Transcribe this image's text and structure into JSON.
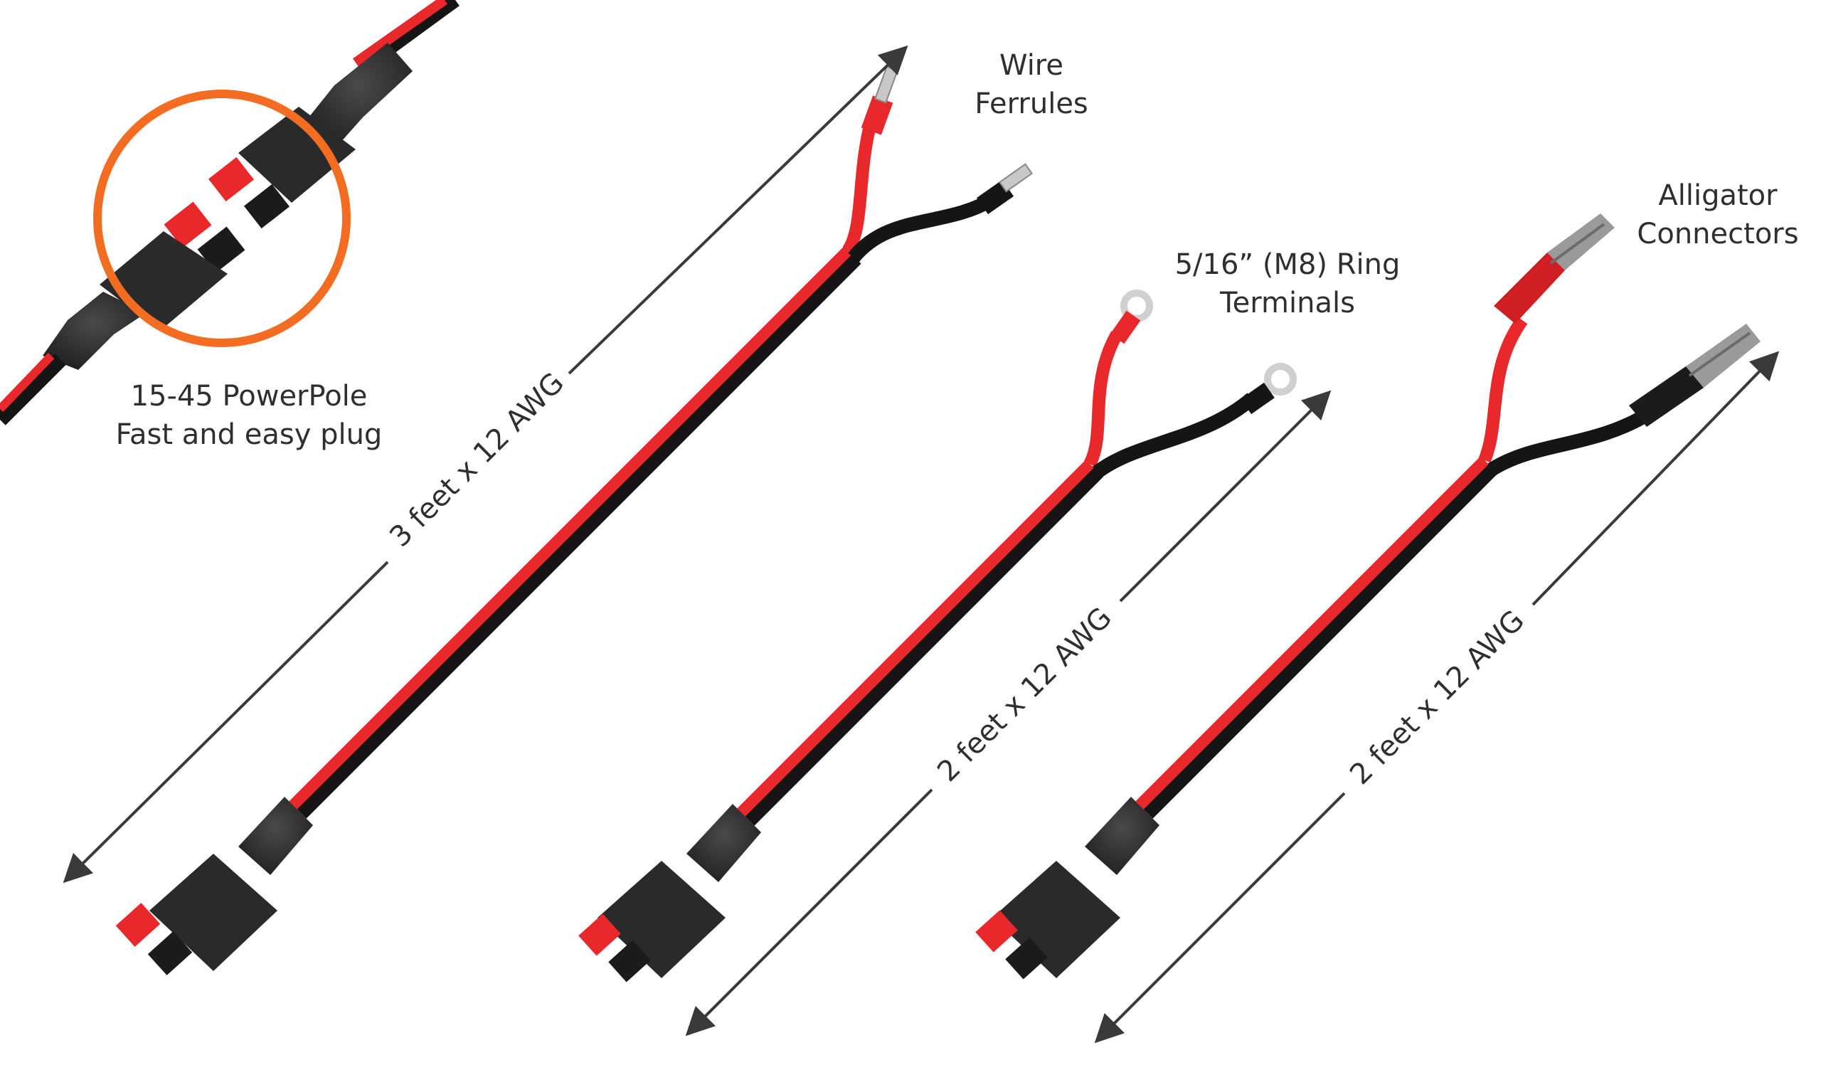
{
  "colors": {
    "wire_red": "#e8282b",
    "wire_black": "#151515",
    "connector_body": "#2a2a2a",
    "highlight_ring": "#f26d21",
    "arrow": "#3a3a3a",
    "text": "#2f2f2f"
  },
  "callouts": {
    "ferrules": {
      "line1": "Wire",
      "line2": "Ferrules"
    },
    "ring": {
      "line1": "5/16” (M8) Ring",
      "line2": "Terminals"
    },
    "alligator": {
      "line1": "Alligator",
      "line2": "Connectors"
    },
    "powerpole": {
      "line1": "15-45 PowerPole",
      "line2": "Fast and easy plug"
    }
  },
  "dimensions": {
    "cable1": "3 feet x 12 AWG",
    "cable2": "2 feet x 12 AWG",
    "cable3": "2 feet x 12 AWG"
  },
  "icons": {
    "powerpole": "powerpole-connector-icon",
    "ferrule": "wire-ferrule-icon",
    "ring": "ring-terminal-icon",
    "clamp": "alligator-clip-icon"
  }
}
